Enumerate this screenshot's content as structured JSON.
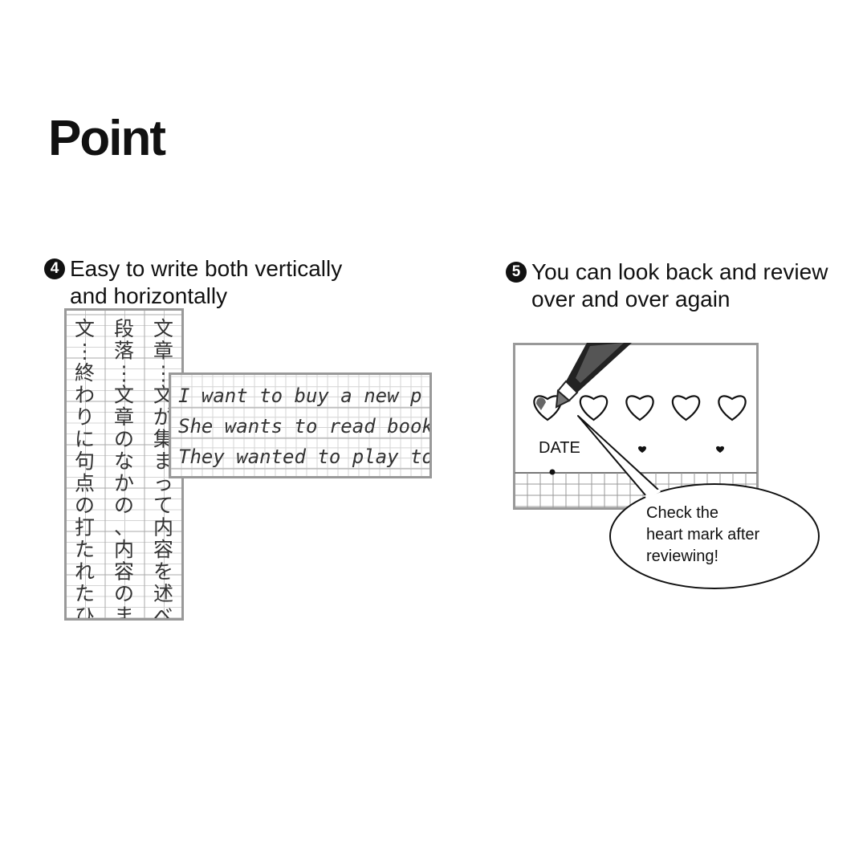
{
  "page": {
    "title": "Point"
  },
  "points": [
    {
      "number": "4",
      "lines": [
        "Easy to write both vertically",
        "and horizontally"
      ]
    },
    {
      "number": "5",
      "lines": [
        "You can look back and review",
        "over and over again"
      ]
    }
  ],
  "vertical_sample": {
    "columns": [
      [
        "文",
        "⋮",
        "終",
        "わ",
        "り",
        "に",
        "句",
        "点",
        "の",
        "打",
        "た",
        "れ",
        "た",
        "ひ"
      ],
      [
        "段",
        "落",
        "⋮",
        "文",
        "章",
        "の",
        "な",
        "か",
        "の",
        "、",
        "内",
        "容",
        "の",
        "ま"
      ],
      [
        "文",
        "章",
        "⋮",
        "文",
        "が",
        "集",
        "ま",
        "っ",
        "て",
        "内",
        "容",
        "を",
        "述",
        "べ"
      ]
    ]
  },
  "horizontal_sample": {
    "lines": [
      "I want to buy a new p",
      "She wants to read books.",
      "They wanted to play tog"
    ]
  },
  "review_card": {
    "date_label": "DATE",
    "heart_count": 5,
    "checked_hearts": 1,
    "bubble_lines": [
      "Check the",
      "heart mark after",
      "reviewing!"
    ]
  }
}
